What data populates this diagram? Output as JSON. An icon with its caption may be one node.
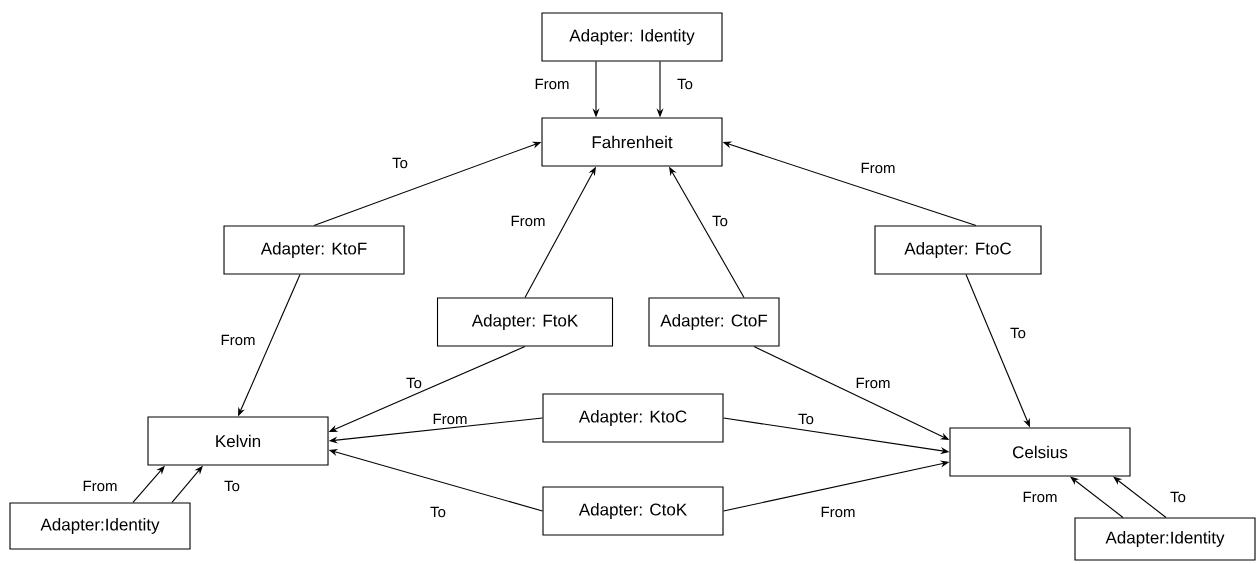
{
  "diagram": {
    "nodes": [
      {
        "text": [
          "Adapter: Identity"
        ]
      },
      {
        "text": [
          "Fahrenheit"
        ]
      },
      {
        "text": [
          "Adapter: KtoF"
        ]
      },
      {
        "text": [
          "Adapter: FtoC"
        ]
      },
      {
        "text": [
          "Adapter: FtoK"
        ]
      },
      {
        "text": [
          "Adapter: CtoF"
        ]
      },
      {
        "text": [
          "Kelvin"
        ]
      },
      {
        "text": [
          "Adapter: KtoC"
        ]
      },
      {
        "text": [
          "Celsius"
        ]
      },
      {
        "text": [
          "Adapter: CtoK"
        ]
      },
      {
        "text": [
          "Adapter:Identity"
        ]
      },
      {
        "text": [
          "Adapter:Identity"
        ]
      }
    ],
    "edges": [
      {
        "from": 0,
        "to": 1,
        "arrow": "to",
        "label": "From"
      },
      {
        "from": 0,
        "to": 1,
        "arrow": "to",
        "label": "To"
      },
      {
        "from": 2,
        "to": 1,
        "arrow": "to",
        "label": "To"
      },
      {
        "from": 4,
        "to": 1,
        "arrow": "to",
        "label": "From"
      },
      {
        "from": 5,
        "to": 1,
        "arrow": "to",
        "label": "To"
      },
      {
        "from": 3,
        "to": 1,
        "arrow": "to",
        "label": "From"
      },
      {
        "from": 2,
        "to": 6,
        "arrow": "to",
        "label": "From"
      },
      {
        "from": 3,
        "to": 8,
        "arrow": "to",
        "label": "To"
      },
      {
        "from": 4,
        "to": 6,
        "arrow": "to",
        "label": "To"
      },
      {
        "from": 5,
        "to": 8,
        "arrow": "to",
        "label": "From"
      },
      {
        "from": 7,
        "to": 6,
        "arrow": "to",
        "label": "From"
      },
      {
        "from": 7,
        "to": 8,
        "arrow": "to",
        "label": "To"
      },
      {
        "from": 9,
        "to": 6,
        "arrow": "to",
        "label": "To"
      },
      {
        "from": 9,
        "to": 8,
        "arrow": "to",
        "label": "From"
      },
      {
        "from": 10,
        "to": 6,
        "arrow": "to",
        "label": "From"
      },
      {
        "from": 10,
        "to": 6,
        "arrow": "to",
        "label": "To"
      },
      {
        "from": 11,
        "to": 8,
        "arrow": "to",
        "label": "From"
      },
      {
        "from": 11,
        "to": 8,
        "arrow": "to",
        "label": "To"
      }
    ]
  }
}
